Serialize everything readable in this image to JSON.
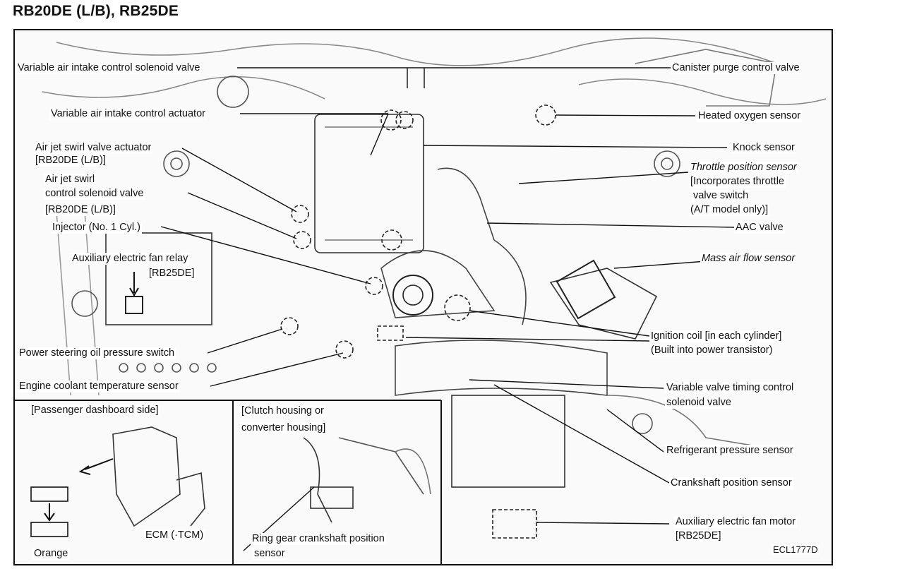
{
  "title": "RB20DE (L/B), RB25DE",
  "figure_code": "ECL1777D",
  "labels": {
    "var_air_solenoid": "Variable air intake control solenoid valve",
    "var_air_actuator": "Variable air intake control actuator",
    "air_jet_actuator_1": "Air jet swirl valve actuator",
    "air_jet_actuator_2": "[RB20DE (L/B)]",
    "air_jet_solenoid_1": "Air jet swirl",
    "air_jet_solenoid_2": "control solenoid valve",
    "air_jet_solenoid_3": "[RB20DE (L/B)]",
    "injector": "Injector (No. 1 Cyl.)",
    "aux_fan_relay_1": "Auxiliary electric fan relay",
    "aux_fan_relay_2": "[RB25DE]",
    "ps_switch": "Power steering oil pressure switch",
    "coolant_sensor": "Engine coolant temperature sensor",
    "canister": "Canister purge control valve",
    "oxygen_sensor": "Heated oxygen sensor",
    "knock_sensor": "Knock sensor",
    "tps_1": "Throttle position sensor",
    "tps_2": "[Incorporates throttle",
    "tps_3": "valve switch",
    "tps_4": "(A/T model only)]",
    "aac_valve": "AAC valve",
    "maf_sensor": "Mass air flow sensor",
    "ign_coil_1": "Ignition coil [in each cylinder]",
    "ign_coil_2": "(Built into power transistor)",
    "vtc_1": "Variable valve timing control",
    "vtc_2": "solenoid valve",
    "refrig_sensor": "Refrigerant pressure sensor",
    "crank_sensor": "Crankshaft position sensor",
    "aux_fan_motor_1": "Auxiliary electric fan motor",
    "aux_fan_motor_2": "[RB25DE]"
  },
  "insets": {
    "passenger_title": "[Passenger dashboard side]",
    "ecm": "ECM (·TCM)",
    "orange": "Orange",
    "clutch_1": "[Clutch housing or",
    "clutch_2": "converter housing]",
    "ring_gear_1": "Ring gear crankshaft position",
    "ring_gear_2": "sensor"
  }
}
